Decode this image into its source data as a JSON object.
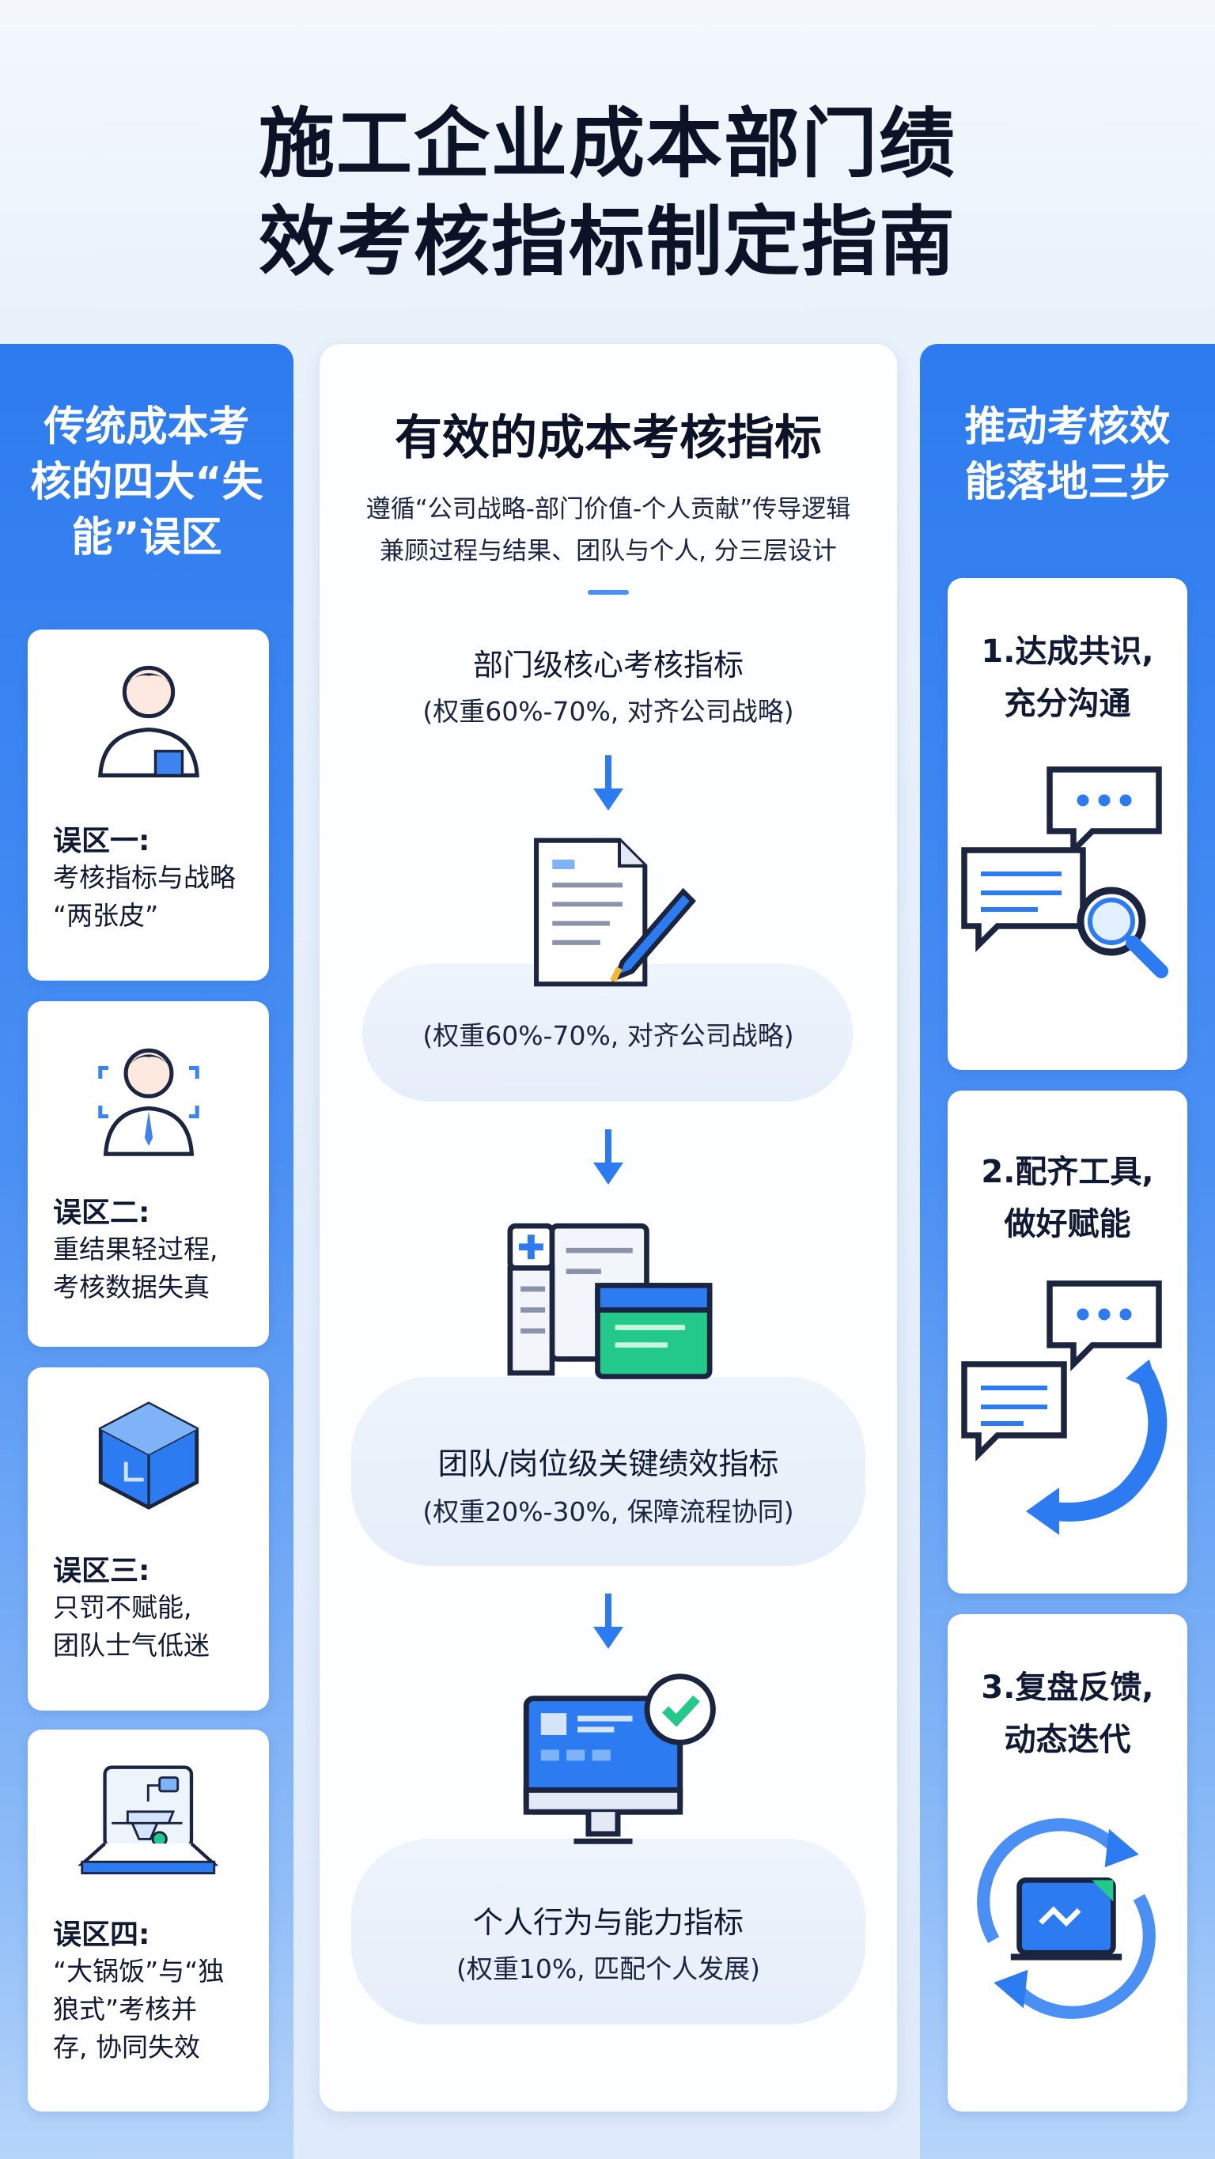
{
  "title": {
    "line1": "施工企业成本部门绩",
    "line2": "效考核指标制定指南"
  },
  "left": {
    "heading": "传统成本考\n核的四大“失\n能”误区",
    "items": [
      {
        "label": "误区一:",
        "text": "考核指标与战略\n“两张皮”",
        "icon": "person-with-laptop-icon"
      },
      {
        "label": "误区二:",
        "text": "重结果轻过程,\n考核数据失真",
        "icon": "person-focus-icon"
      },
      {
        "label": "误区三:",
        "text": "只罚不赋能,\n团队士气低迷",
        "icon": "cube-icon"
      },
      {
        "label": "误区四:",
        "text": "“大锅饭”与“独\n狼式”考核并\n存, 协同失效",
        "icon": "laptop-flow-icon"
      }
    ]
  },
  "center": {
    "title": "有效的成本考核指标",
    "subtitle1": "遵循“公司战略-部门价值-个人贡献”传导逻辑",
    "subtitle2": "兼顾过程与结果、团队与个人, 分三层设计",
    "tier1": {
      "title": "部门级核心考核指标",
      "note": "(权重60%-70%, 对齐公司战略)",
      "pill_note": "(权重60%-70%, 对齐公司战略)"
    },
    "tier2": {
      "title": "团队/岗位级关键绩效指标",
      "note": "(权重20%-30%, 保障流程协同)"
    },
    "tier3": {
      "title": "个人行为与能力指标",
      "note": "(权重10%, 匹配个人发展)"
    }
  },
  "right": {
    "heading": "推动考核效\n能落地三步",
    "steps": [
      {
        "text": "1.达成共识,\n充分沟通",
        "icon": "chat-search-icon"
      },
      {
        "text": "2.配齐工具,\n做好赋能",
        "icon": "chat-cycle-icon"
      },
      {
        "text": "3.复盘反馈,\n动态迭代",
        "icon": "refresh-laptop-icon"
      }
    ]
  },
  "colors": {
    "primary": "#2d7bf0",
    "dark_text": "#111a33",
    "green": "#22c98a"
  }
}
